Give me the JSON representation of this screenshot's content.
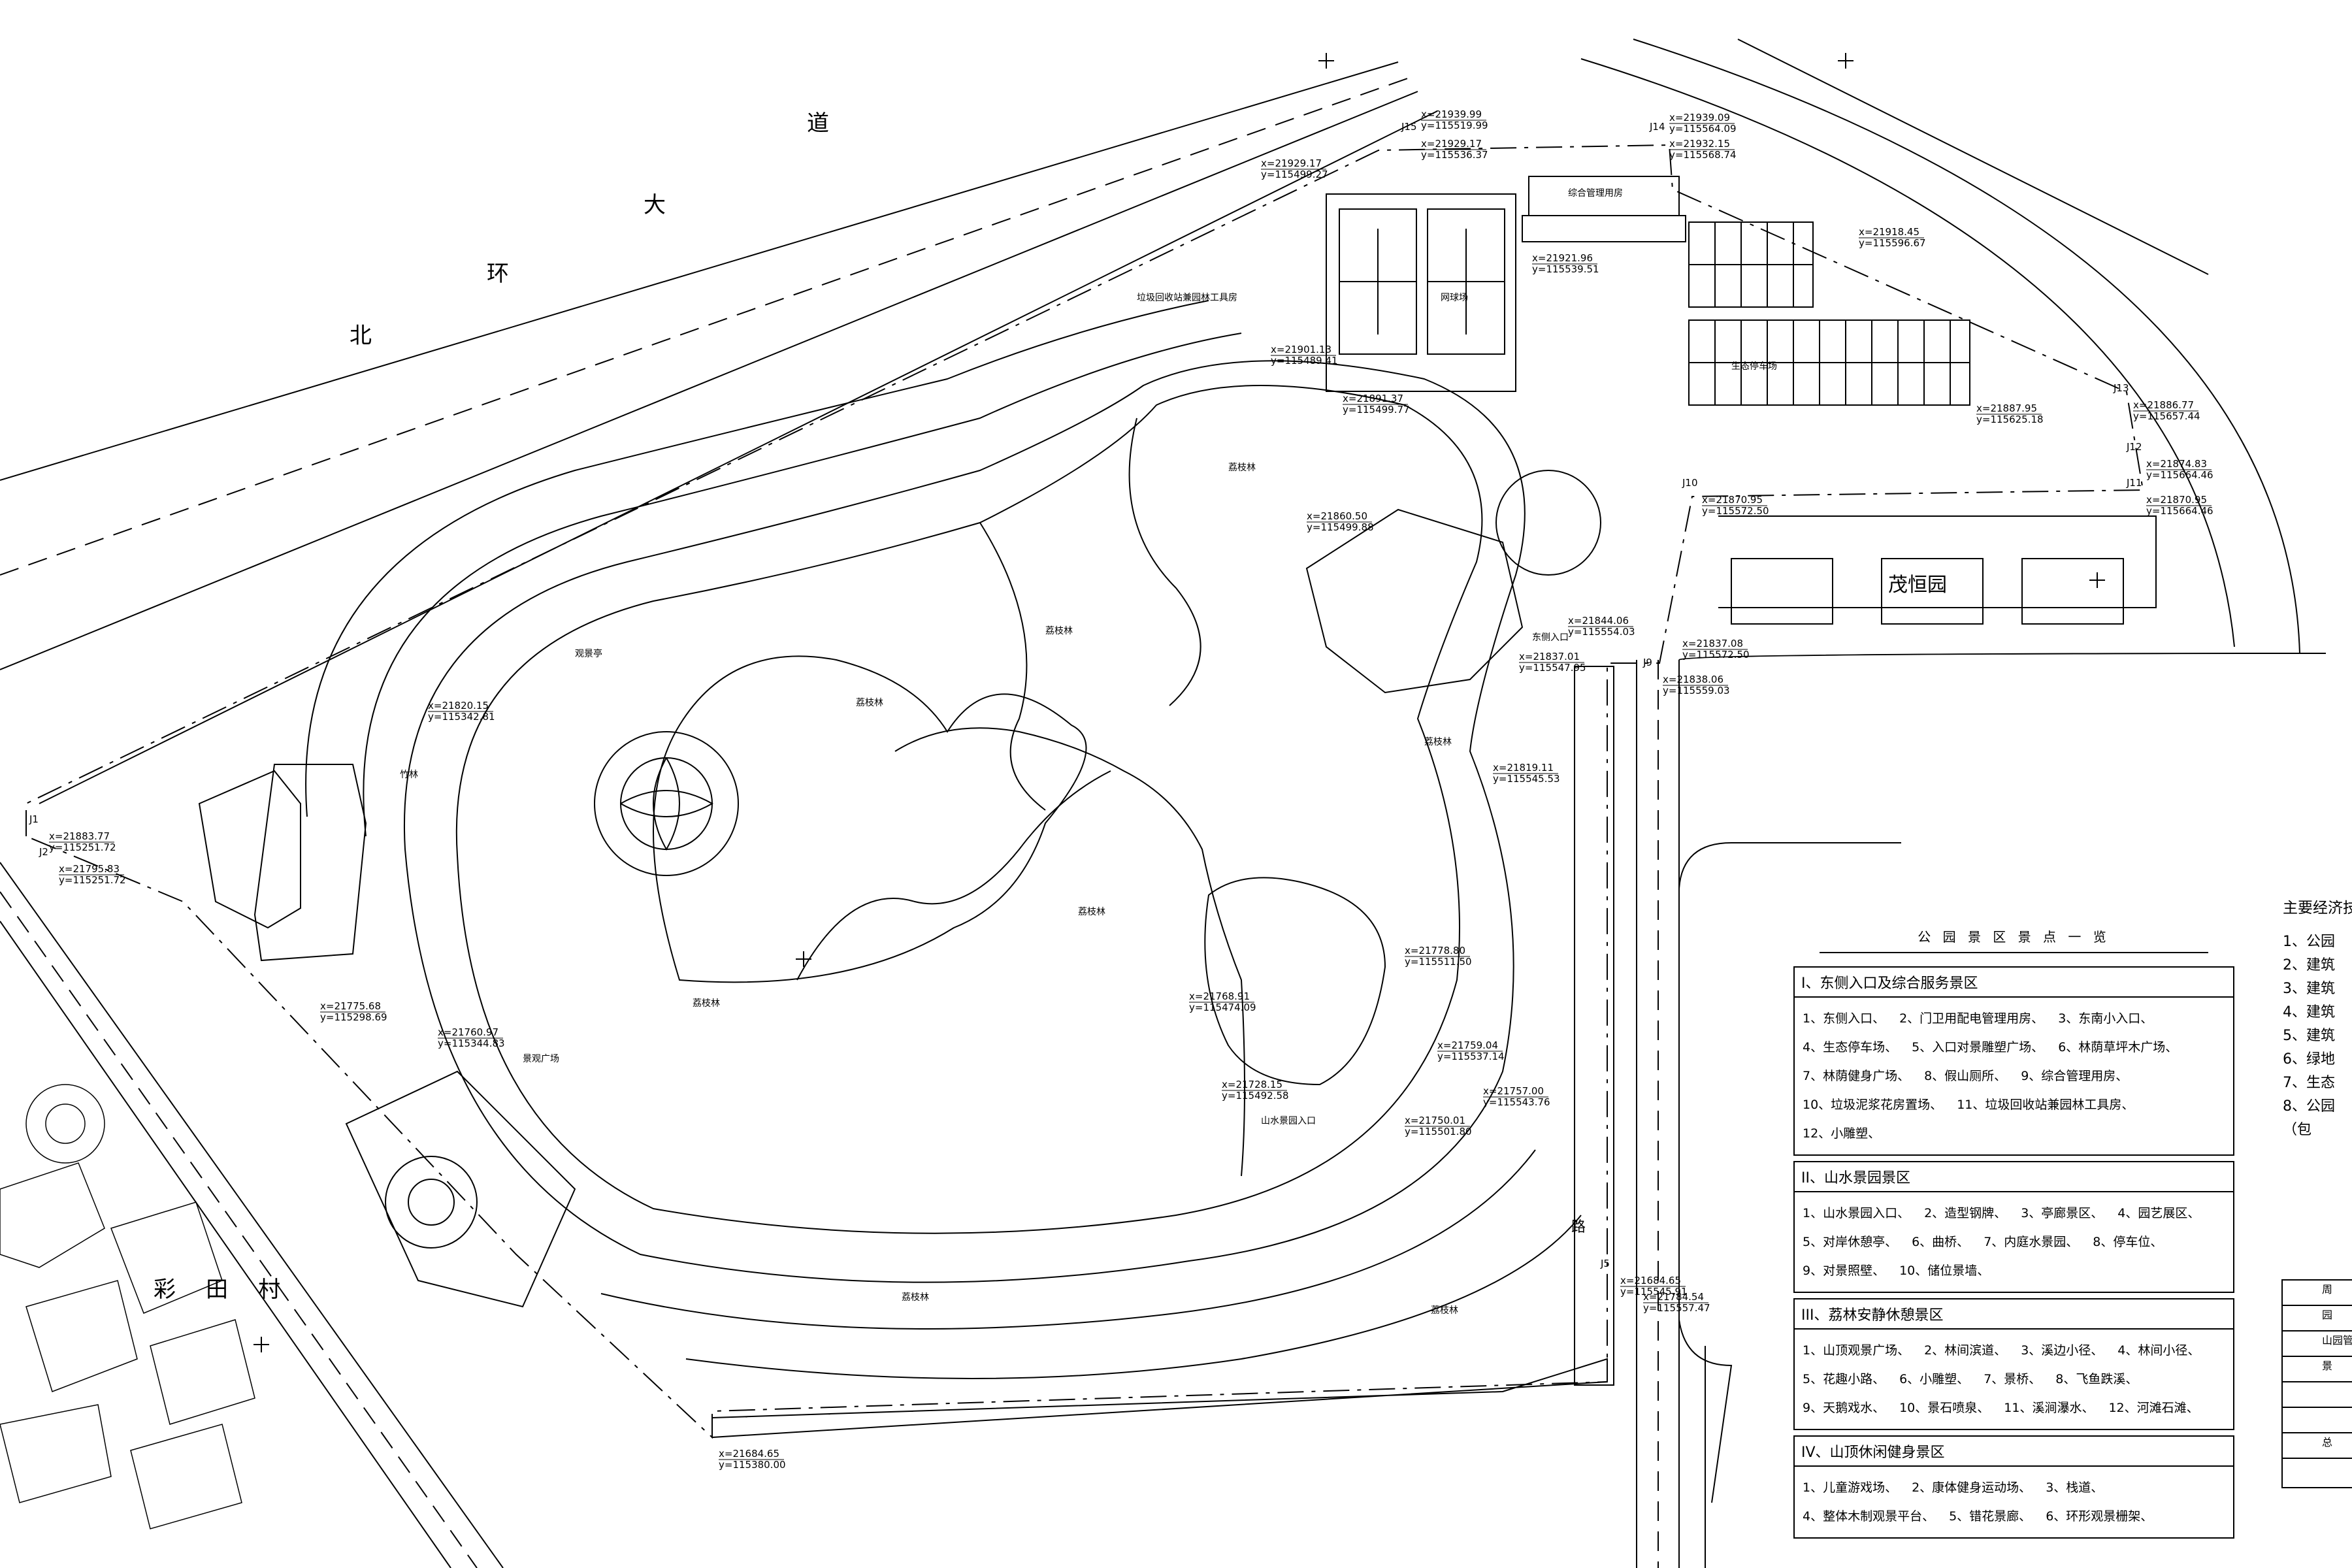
{
  "roads": {
    "north_ring_road": [
      "北",
      "环",
      "大",
      "道"
    ],
    "caitian_village": [
      "彩",
      "田",
      "村"
    ],
    "east_road": [
      "路"
    ],
    "maohengyuan": "茂恒园"
  },
  "survey_points": [
    {
      "id": "J1",
      "x": "x=21883.77",
      "y": "y=115251.72"
    },
    {
      "id": "J2",
      "x": "x=21795.83",
      "y": "y=115251.72"
    },
    {
      "id": "J9",
      "x": "x=21838.06",
      "y": "y=115559.03"
    },
    {
      "id": "J10",
      "x": "x=21870.95",
      "y": "y=115572.50"
    },
    {
      "id": "J11",
      "x": "x=21870.95",
      "y": "y=115664.46"
    },
    {
      "id": "J12",
      "x": "x=21874.83",
      "y": "y=115664.46"
    },
    {
      "id": "J13",
      "x": "x=21886.77",
      "y": "y=115657.44"
    },
    {
      "id": "J14",
      "x": "x=21932.15",
      "y": "y=115568.74"
    },
    {
      "id": "J15",
      "x": "x=21929.17",
      "y": "y=115536.37"
    },
    {
      "id": "J5",
      "x": "x=21684.65",
      "y": "y=115545.91"
    },
    {
      "id": "",
      "x": "x=21939.99",
      "y": "y=115519.99"
    },
    {
      "id": "",
      "x": "x=21939.09",
      "y": "y=115564.09"
    },
    {
      "id": "",
      "x": "x=21918.45",
      "y": "y=115596.67"
    },
    {
      "id": "",
      "x": "x=21929.17",
      "y": "y=115499.27"
    },
    {
      "id": "",
      "x": "x=21921.96",
      "y": "y=115539.51"
    },
    {
      "id": "",
      "x": "x=21901.13",
      "y": "y=115489.41"
    },
    {
      "id": "",
      "x": "x=21891.37",
      "y": "y=115499.77"
    },
    {
      "id": "",
      "x": "x=21887.95",
      "y": "y=115625.18"
    },
    {
      "id": "",
      "x": "x=21860.50",
      "y": "y=115499.88"
    },
    {
      "id": "",
      "x": "x=21844.06",
      "y": "y=115554.03"
    },
    {
      "id": "",
      "x": "x=21837.08",
      "y": "y=115572.50"
    },
    {
      "id": "",
      "x": "x=21837.01",
      "y": "y=115547.95"
    },
    {
      "id": "",
      "x": "x=21820.15",
      "y": "y=115342.81"
    },
    {
      "id": "",
      "x": "x=21819.11",
      "y": "y=115545.53"
    },
    {
      "id": "",
      "x": "x=21775.68",
      "y": "y=115298.69"
    },
    {
      "id": "",
      "x": "x=21760.97",
      "y": "y=115344.83"
    },
    {
      "id": "",
      "x": "x=21778.80",
      "y": "y=115511.50"
    },
    {
      "id": "",
      "x": "x=21768.91",
      "y": "y=115474.09"
    },
    {
      "id": "",
      "x": "x=21759.04",
      "y": "y=115537.14"
    },
    {
      "id": "",
      "x": "x=21757.00",
      "y": "y=115543.76"
    },
    {
      "id": "",
      "x": "x=21728.15",
      "y": "y=115492.58"
    },
    {
      "id": "",
      "x": "x=21750.01",
      "y": "y=115501.80"
    },
    {
      "id": "",
      "x": "x=21784.54",
      "y": "y=115557.47"
    },
    {
      "id": "",
      "x": "x=21684.65",
      "y": "y=115380.00"
    }
  ],
  "plan_labels": {
    "tennis": "网球场",
    "mgmt": "综合管理用房",
    "parking": "生态停车场",
    "forest": "荔枝林",
    "bamboo": "竹林",
    "park_gate": "山水景园入口",
    "pavilion": "观景亭",
    "garden_entry": "东侧入口",
    "stage": "景观广场",
    "tool_house": "垃圾回收站兼园林工具房"
  },
  "legend": {
    "title": "公 园 景 区 景 点 一 览",
    "zones": [
      {
        "header": "I、东侧入口及综合服务景区",
        "items": [
          "1、东侧入口、",
          "2、门卫用配电管理用房、",
          "3、东南小入口、",
          "4、生态停车场、",
          "5、入口对景雕塑广场、",
          "6、林荫草坪木广场、",
          "7、林荫健身广场、",
          "8、假山厕所、",
          "9、综合管理用房、",
          "10、垃圾泥浆花房置场、",
          "11、垃圾回收站兼园林工具房、",
          "12、小雕塑、"
        ]
      },
      {
        "header": "II、山水景园景区",
        "items": [
          "1、山水景园入口、",
          "2、造型钢牌、",
          "3、亭廊景区、",
          "4、园艺展区、",
          "5、对岸休憩亭、",
          "6、曲桥、",
          "7、内庭水景园、",
          "8、停车位、",
          "9、对景照壁、",
          "10、储位景墙、"
        ]
      },
      {
        "header": "III、荔林安静休憩景区",
        "items": [
          "1、山顶观景广场、",
          "2、林间滨道、",
          "3、溪边小径、",
          "4、林间小径、",
          "5、花趣小路、",
          "6、小雕塑、",
          "7、景桥、",
          "8、飞鱼跌溪、",
          "9、天鹅戏水、",
          "10、景石喷泉、",
          "11、溪涧瀑水、",
          "12、河滩石滩、"
        ]
      },
      {
        "header": "IV、山顶休闲健身景区",
        "items": [
          "1、儿童游戏场、",
          "2、康体健身运动场、",
          "3、栈道、",
          "4、整体木制观景平台、",
          "5、错花景廊、",
          "6、环形观景栅架、"
        ]
      }
    ]
  },
  "tech_summary": {
    "title": "主要经济技术",
    "lines": [
      "1、公园",
      "2、建筑",
      "3、建筑",
      "4、建筑",
      "5、建筑",
      "6、绿地",
      "7、生态",
      "8、公园",
      "（包"
    ]
  },
  "right_table": {
    "rows": [
      "周",
      "园",
      "山园管",
      "景",
      "",
      "",
      "总"
    ]
  }
}
